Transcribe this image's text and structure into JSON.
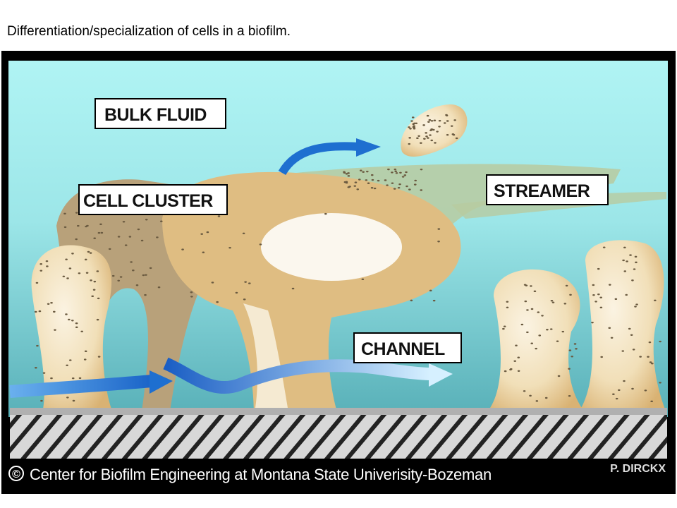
{
  "slide": {
    "title": "Differentiation/specialization of cells in a biofilm."
  },
  "diagram": {
    "labels": {
      "bulk_fluid": "BULK FLUID",
      "cell_cluster": "CELL CLUSTER",
      "streamer": "STREAMER",
      "channel": "CHANNEL"
    },
    "copyright_symbol": "©",
    "footer": "Center for Biofilm Engineering at Montana State Univerisity-Bozeman",
    "artist_credit": "P. DIRCKX",
    "colors": {
      "fluid_top": "#aef3f3",
      "fluid_bottom": "#5db5bd",
      "biofilm": "#e2c48a",
      "arrow": "#1e6fd0"
    }
  }
}
